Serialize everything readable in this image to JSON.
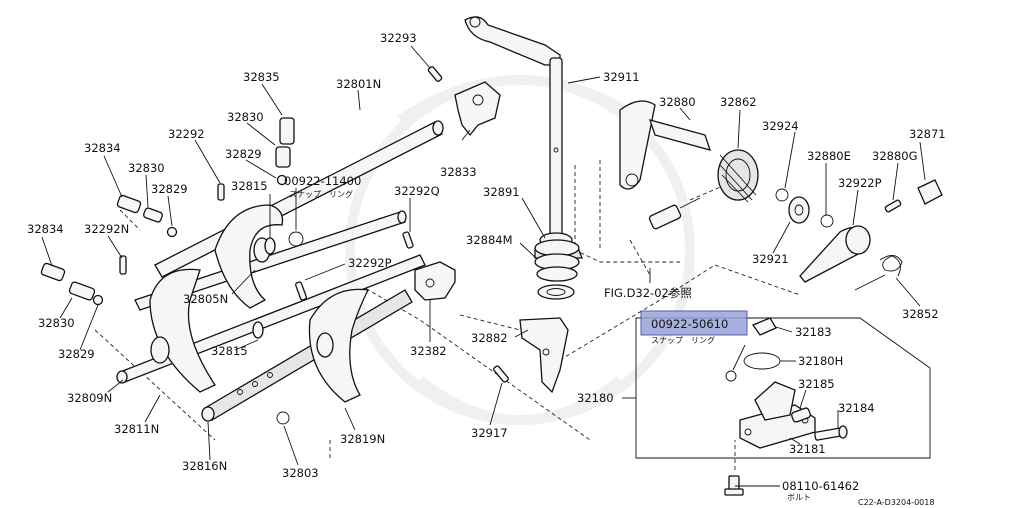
{
  "figure_id": "C22-A-D3204-0018",
  "parts": {
    "p32293": "32293",
    "p32911": "32911",
    "p32880": "32880",
    "p32862": "32862",
    "p32924": "32924",
    "p32871": "32871",
    "p32835": "32835",
    "p32801N": "32801N",
    "p32830a": "32830",
    "p32829a": "32829",
    "p32833": "32833",
    "p32834a": "32834",
    "p32292": "32292",
    "p32830b": "32830",
    "p32815a": "32815",
    "p32829b": "32829",
    "p00922_11400": "00922-11400",
    "p32292Q": "32292Q",
    "p32891": "32891",
    "p32880E": "32880E",
    "p32880G": "32880G",
    "p32922P": "32922P",
    "p32834b": "32834",
    "p32292N": "32292N",
    "p32884M": "32884M",
    "p32921": "32921",
    "p32292P": "32292P",
    "p32805N": "32805N",
    "p32830c": "32830",
    "fig_ref": "FIG.D32-02参照",
    "p32852": "32852",
    "p00922_50610": "00922-50610",
    "p32183": "32183",
    "p32829c": "32829",
    "p32815b": "32815",
    "p32382": "32382",
    "p32882": "32882",
    "p32180H": "32180H",
    "p32809N": "32809N",
    "p32185": "32185",
    "p32180": "32180",
    "p32184": "32184",
    "p32811N": "32811N",
    "p32917": "32917",
    "p32819N": "32819N",
    "p32181": "32181",
    "p32816N": "32816N",
    "p32803": "32803",
    "p08110_61462": "08110-61462"
  },
  "notes": {
    "snap_ring_1": "スナップ　リング",
    "snap_ring_2": "スナップ　リング",
    "bolt": "ボルト"
  },
  "colors": {
    "line": "#111111",
    "highlight": "#9aa3d8"
  }
}
